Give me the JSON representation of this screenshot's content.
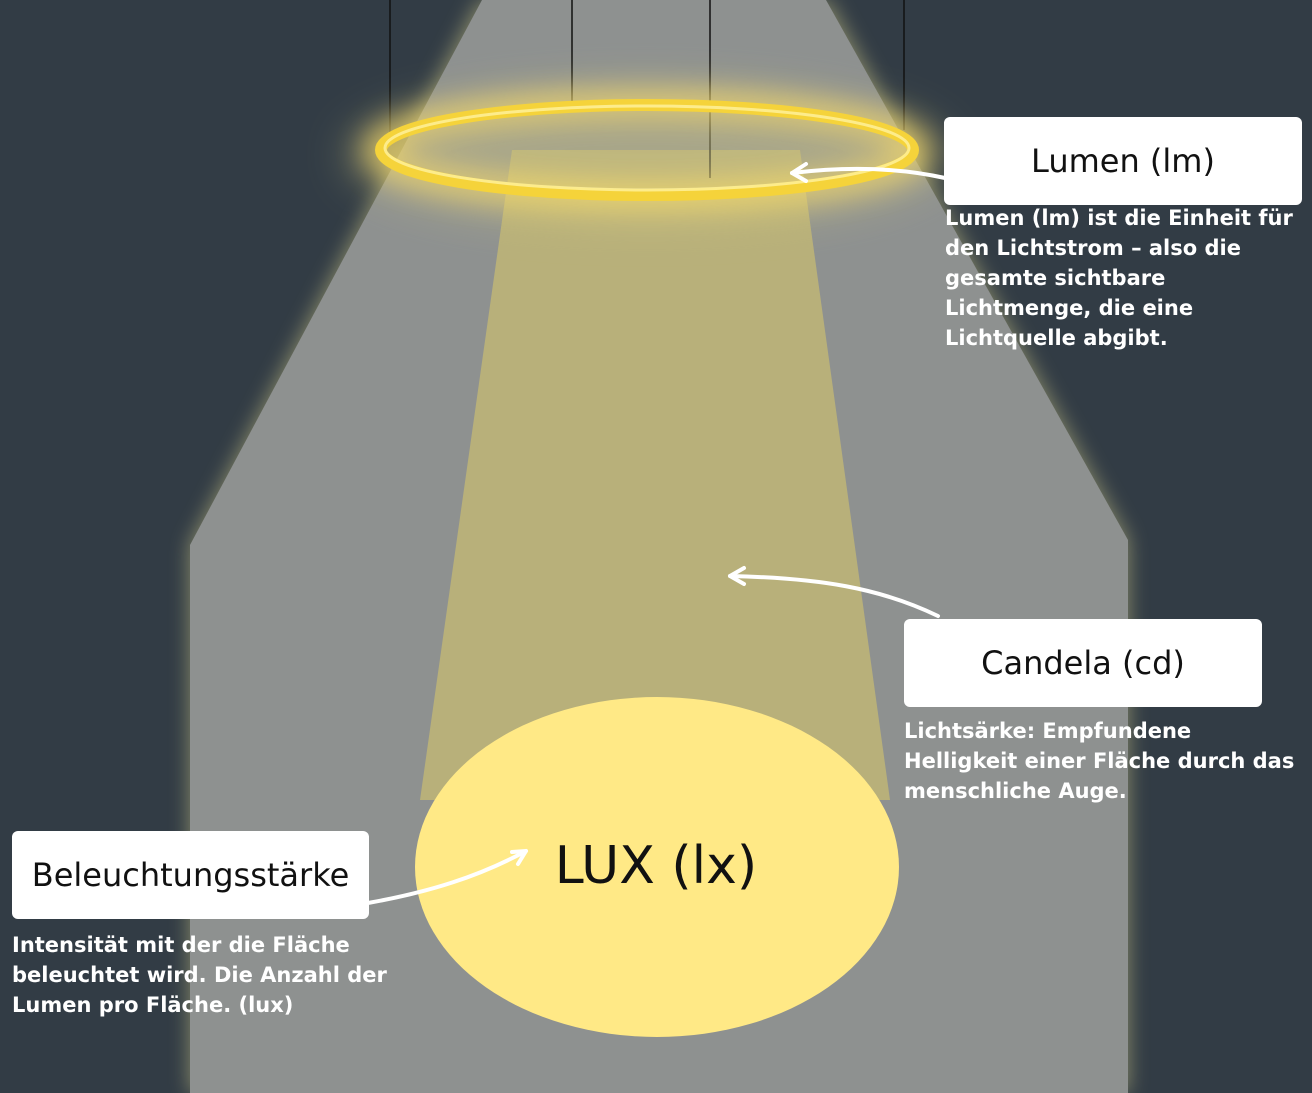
{
  "labels": {
    "lumen": {
      "title": "Lumen (lm)",
      "description": "Lumen (lm) ist die Einheit für den Lichtstrom – also die gesamte sichtbare Lichtmenge, die eine Lichtquelle abgibt."
    },
    "candela": {
      "title": "Candela (cd)",
      "description": "Lichtsärke: Empfundene Helligkeit einer Fläche durch das menschliche Auge."
    },
    "beleuchtung": {
      "title": "Beleuchtungsstärke",
      "description": "Intensität mit der die Fläche beleuchtet wird. Die Anzahl der Lumen pro Fläche. (lux)"
    },
    "lux": {
      "title": "LUX (lx)"
    }
  },
  "colors": {
    "background": "#323c45",
    "light_cone": "#8e9190",
    "beam": "#b8b07a",
    "lux_ellipse": "#ffe986",
    "ring": "#f5d33a",
    "label_box": "#ffffff",
    "description_text": "#ffffff"
  },
  "icons": {
    "ring": "ring-light-icon"
  }
}
